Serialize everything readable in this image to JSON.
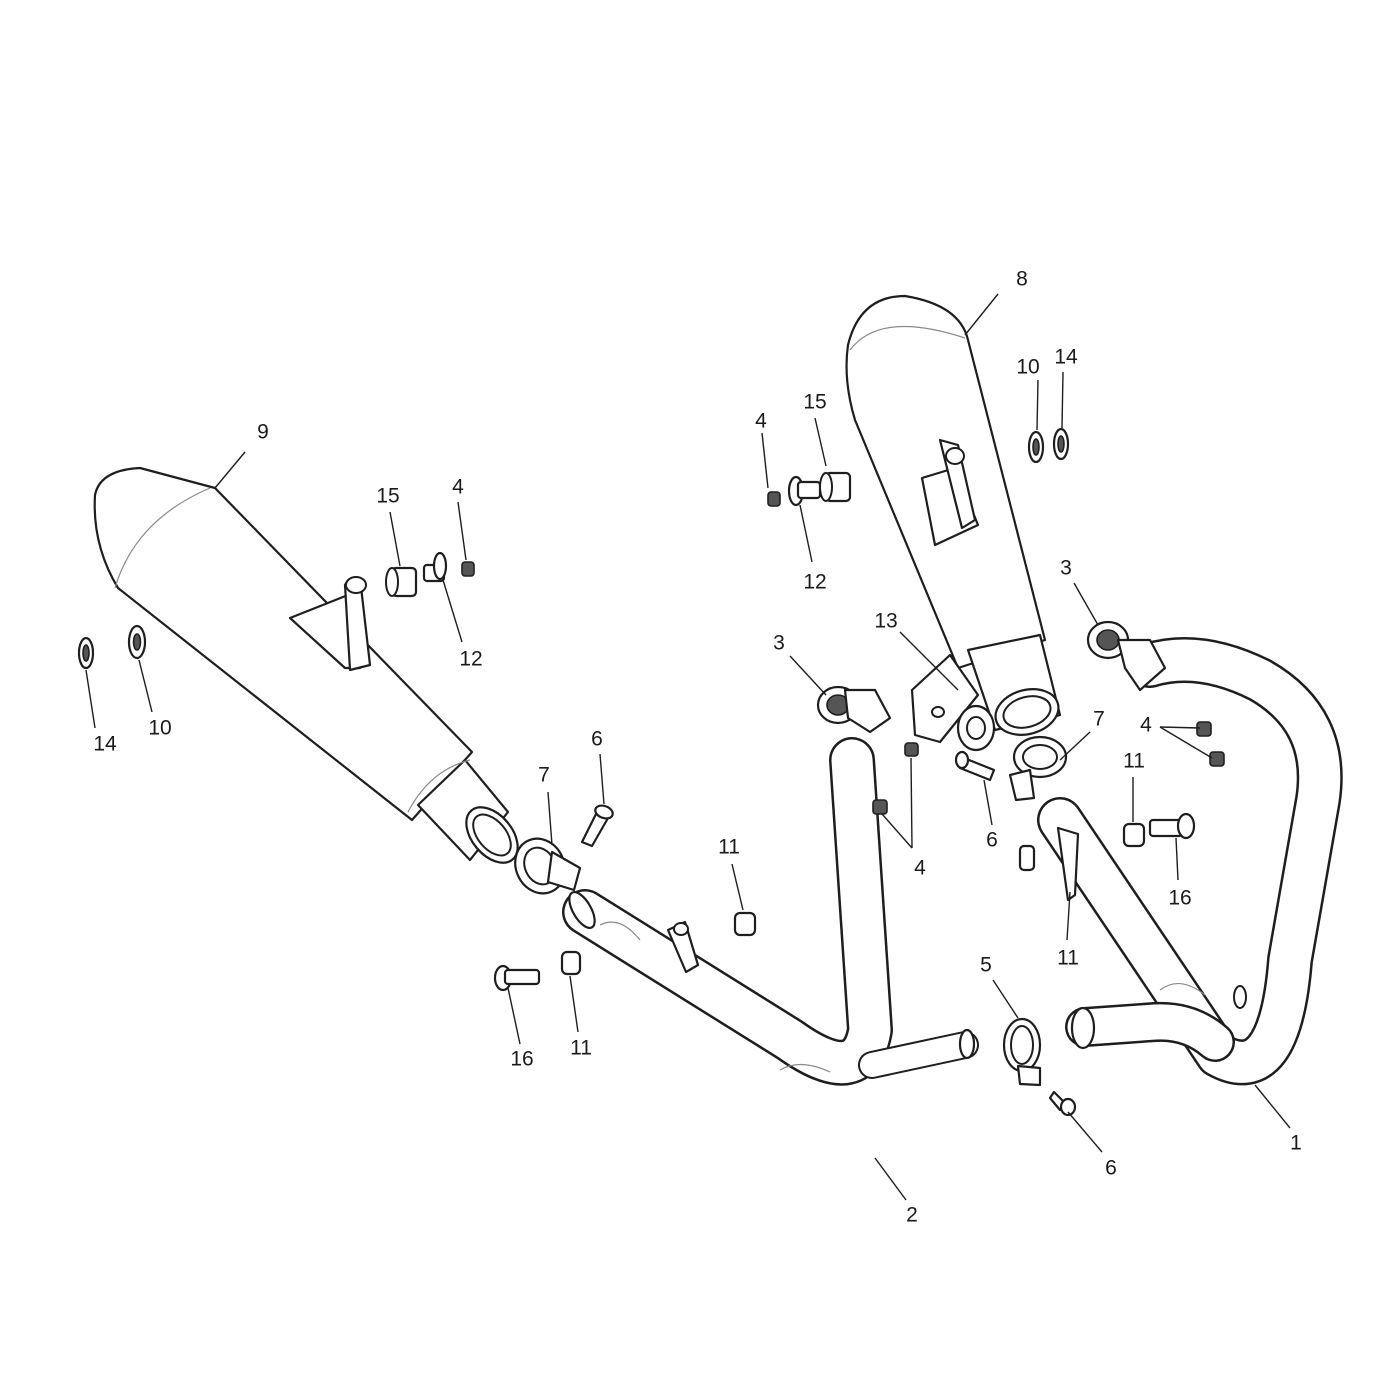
{
  "callouts": [
    {
      "id": "c-8",
      "text": "8"
    },
    {
      "id": "c-9",
      "text": "9"
    },
    {
      "id": "c-10-right",
      "text": "10"
    },
    {
      "id": "c-14-right",
      "text": "14"
    },
    {
      "id": "c-15-right",
      "text": "15"
    },
    {
      "id": "c-4-top",
      "text": "4"
    },
    {
      "id": "c-12-right",
      "text": "12"
    },
    {
      "id": "c-15-left",
      "text": "15"
    },
    {
      "id": "c-4-left",
      "text": "4"
    },
    {
      "id": "c-12-left",
      "text": "12"
    },
    {
      "id": "c-14-left",
      "text": "14"
    },
    {
      "id": "c-10-left",
      "text": "10"
    },
    {
      "id": "c-3-right",
      "text": "3"
    },
    {
      "id": "c-3-middle",
      "text": "3"
    },
    {
      "id": "c-13",
      "text": "13"
    },
    {
      "id": "c-7-right",
      "text": "7"
    },
    {
      "id": "c-4-right",
      "text": "4"
    },
    {
      "id": "c-11-right",
      "text": "11"
    },
    {
      "id": "c-6-middle",
      "text": "6"
    },
    {
      "id": "c-4-middle",
      "text": "4"
    },
    {
      "id": "c-16-right",
      "text": "16"
    },
    {
      "id": "c-11-lower",
      "text": "11"
    },
    {
      "id": "c-6-left",
      "text": "6"
    },
    {
      "id": "c-7-left",
      "text": "7"
    },
    {
      "id": "c-11-middle",
      "text": "11"
    },
    {
      "id": "c-5",
      "text": "5"
    },
    {
      "id": "c-16-left",
      "text": "16"
    },
    {
      "id": "c-11-left",
      "text": "11"
    },
    {
      "id": "c-6-lower",
      "text": "6"
    },
    {
      "id": "c-1",
      "text": "1"
    },
    {
      "id": "c-2",
      "text": "2"
    }
  ]
}
